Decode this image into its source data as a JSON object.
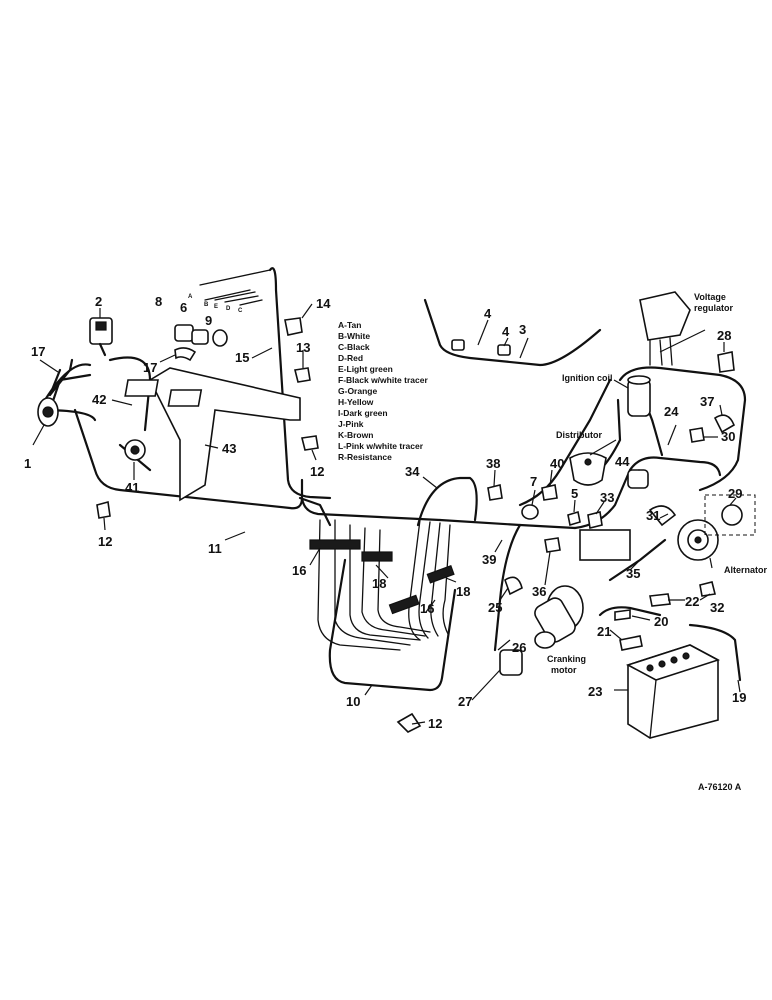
{
  "legend": [
    "A-Tan",
    "B-White",
    "C-Black",
    "D-Red",
    "E-Light green",
    "F-Black w/white tracer",
    "G-Orange",
    "H-Yellow",
    "I-Dark green",
    "J-Pink",
    "K-Brown",
    "L-Pink w/white tracer",
    "R-Resistance"
  ],
  "labels": {
    "voltage_regulator_1": "Voltage",
    "voltage_regulator_2": "regulator",
    "ignition_coil": "Ignition coil",
    "distributor": "Distributor",
    "alternator": "Alternator",
    "cranking_motor_1": "Cranking",
    "cranking_motor_2": "motor",
    "drawing_number": "A-76120 A"
  },
  "callouts": {
    "c1": "1",
    "c2": "2",
    "c3": "3",
    "c4a": "4",
    "c4b": "4",
    "c5": "5",
    "c6": "6",
    "c7": "7",
    "c8": "8",
    "c9": "9",
    "c10": "10",
    "c11": "11",
    "c12a": "12",
    "c12b": "12",
    "c12c": "12",
    "c13": "13",
    "c14": "14",
    "c15": "15",
    "c16a": "16",
    "c16b": "16",
    "c17a": "17",
    "c17b": "17",
    "c18a": "18",
    "c18b": "18",
    "c19": "19",
    "c20": "20",
    "c21": "21",
    "c22": "22",
    "c23": "23",
    "c24": "24",
    "c25": "25",
    "c26": "26",
    "c27": "27",
    "c28": "28",
    "c29": "29",
    "c30": "30",
    "c31": "31",
    "c32": "32",
    "c33": "33",
    "c34": "34",
    "c35": "35",
    "c36": "36",
    "c37": "37",
    "c38": "38",
    "c39": "39",
    "c40": "40",
    "c41": "41",
    "c42": "42",
    "c43": "43",
    "c44": "44"
  },
  "wire_letters": {
    "a": "A",
    "b": "B",
    "c": "C",
    "d": "D",
    "e": "E"
  }
}
